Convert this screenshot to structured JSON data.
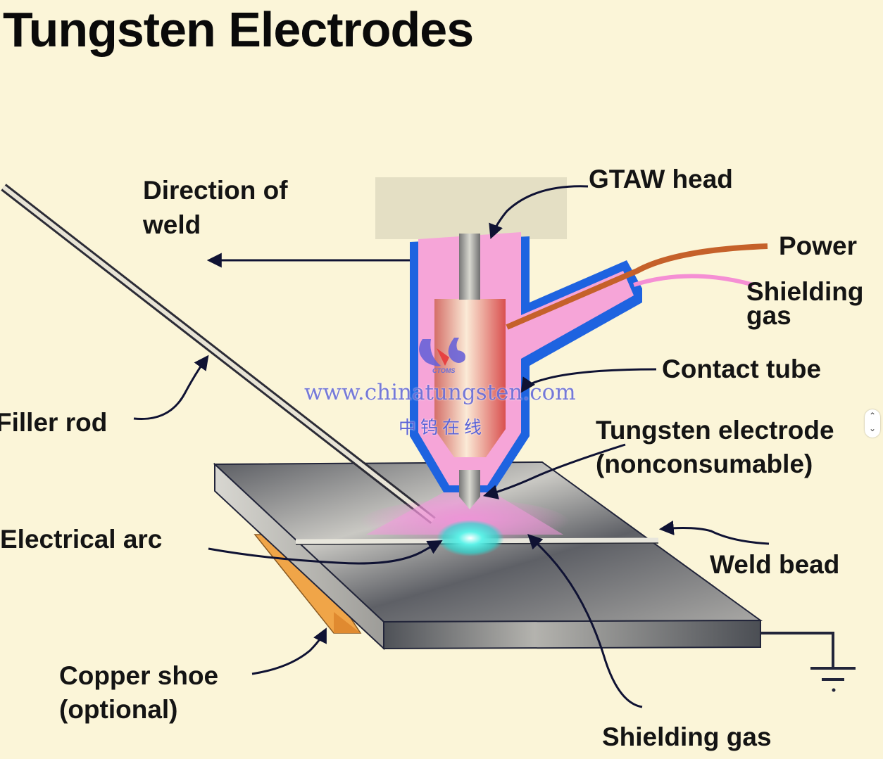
{
  "title": "Tungsten Electrodes",
  "labels": {
    "direction_line1": "Direction of",
    "direction_line2": "weld",
    "gtaw_head": "GTAW head",
    "power": "Power",
    "shielding_gas_top_line1": "Shielding",
    "shielding_gas_top_line2": "gas",
    "contact_tube": "Contact tube",
    "filler_rod": "Filler rod",
    "tungsten_line1": "Tungsten electrode",
    "tungsten_line2": "(nonconsumable)",
    "electrical_arc": "Electrical arc",
    "weld_bead": "Weld bead",
    "copper_shoe_line1": "Copper shoe",
    "copper_shoe_line2": "(optional)",
    "shielding_gas_bottom": "Shielding gas"
  },
  "watermark": {
    "logo_text": "CTOMS",
    "url": "www.chinatungsten.com",
    "chinese": "中钨在线"
  },
  "scroll_control": {
    "up": "⌃",
    "down": "⌄"
  },
  "colors": {
    "background": "#fbf5d8",
    "nozzle_pink": "#f6a5d8",
    "nozzle_blue": "#1e63e0",
    "power_cable": "#c5612a",
    "gas_hose": "#f58fd4",
    "copper_shoe": "#f0a548",
    "arc": "#3fe6dc"
  }
}
